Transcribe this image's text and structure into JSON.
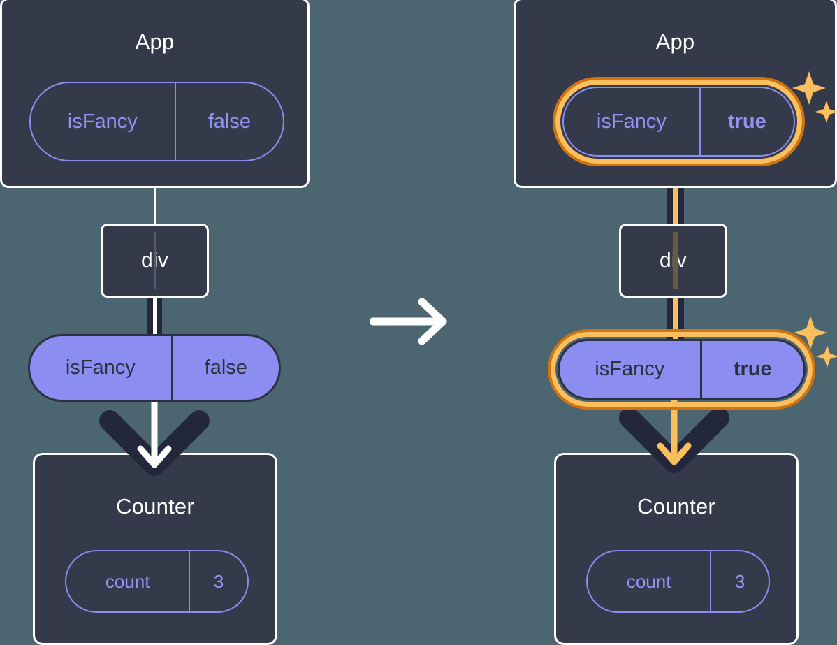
{
  "diagram": {
    "type": "react-state-propagation",
    "background_color": "#4b6670",
    "accent_color": "#fbbf5e",
    "accent_dark_color": "#cf7410",
    "box_fill_color": "#353a4a",
    "pill_fill_color": "#8b8ef0",
    "transition_label": "arrow-right"
  },
  "left": {
    "app": {
      "title": "App",
      "state": {
        "name": "isFancy",
        "value": "false",
        "highlighted": false
      }
    },
    "div": {
      "title": "div"
    },
    "prop": {
      "name": "isFancy",
      "value": "false",
      "highlighted": false
    },
    "counter": {
      "title": "Counter",
      "state": {
        "name": "count",
        "value": "3",
        "highlighted": false
      }
    }
  },
  "right": {
    "app": {
      "title": "App",
      "state": {
        "name": "isFancy",
        "value": "true",
        "highlighted": true
      }
    },
    "div": {
      "title": "div"
    },
    "prop": {
      "name": "isFancy",
      "value": "true",
      "highlighted": true
    },
    "counter": {
      "title": "Counter",
      "state": {
        "name": "count",
        "value": "3",
        "highlighted": false
      }
    }
  }
}
